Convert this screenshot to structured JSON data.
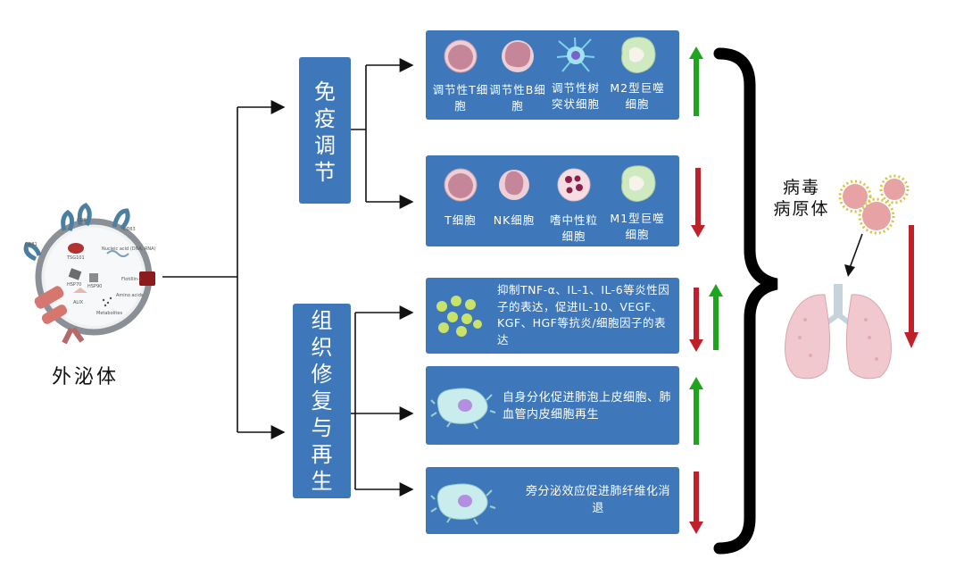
{
  "exosome": {
    "label": "外泌体",
    "markers": [
      "CD9",
      "CD63",
      "CD81",
      "TSG101",
      "Nucleic acid (DNA, RNA)",
      "HSP70",
      "HSP90",
      "Flotillin-1",
      "ALIX",
      "Amino acids",
      "Metabolites"
    ]
  },
  "immune": {
    "title_chars": [
      "免",
      "疫",
      "调",
      "节"
    ],
    "up_cells": [
      {
        "label": "调节性T细胞"
      },
      {
        "label": "调节性B细胞"
      },
      {
        "label": "调节性树突状细胞"
      },
      {
        "label": "M2型巨噬细胞"
      }
    ],
    "down_cells": [
      {
        "label": "T细胞"
      },
      {
        "label": "NK细胞"
      },
      {
        "label": "嗜中性粒细胞"
      },
      {
        "label": "M1型巨噬细胞"
      }
    ]
  },
  "repair": {
    "title_chars": [
      "组",
      "织",
      "修",
      "复",
      "与",
      "再",
      "生"
    ],
    "rows": [
      {
        "text": "抑制TNF-α、IL-1、IL-6等炎性因子的表达，促进IL-10、VEGF、KGF、HGF等抗炎/细胞因子的表达"
      },
      {
        "text": "自身分化促进肺泡上皮细胞、肺血管内皮细胞再生"
      },
      {
        "text": "旁分泌效应促进肺纤维化消退"
      }
    ]
  },
  "virus": {
    "label_line1": "病毒",
    "label_line2": "病原体"
  },
  "colors": {
    "box": "#3f78ba",
    "up_arrow": "#1ea51e",
    "down_arrow": "#c0202a",
    "lung": "#f2c8cf"
  }
}
